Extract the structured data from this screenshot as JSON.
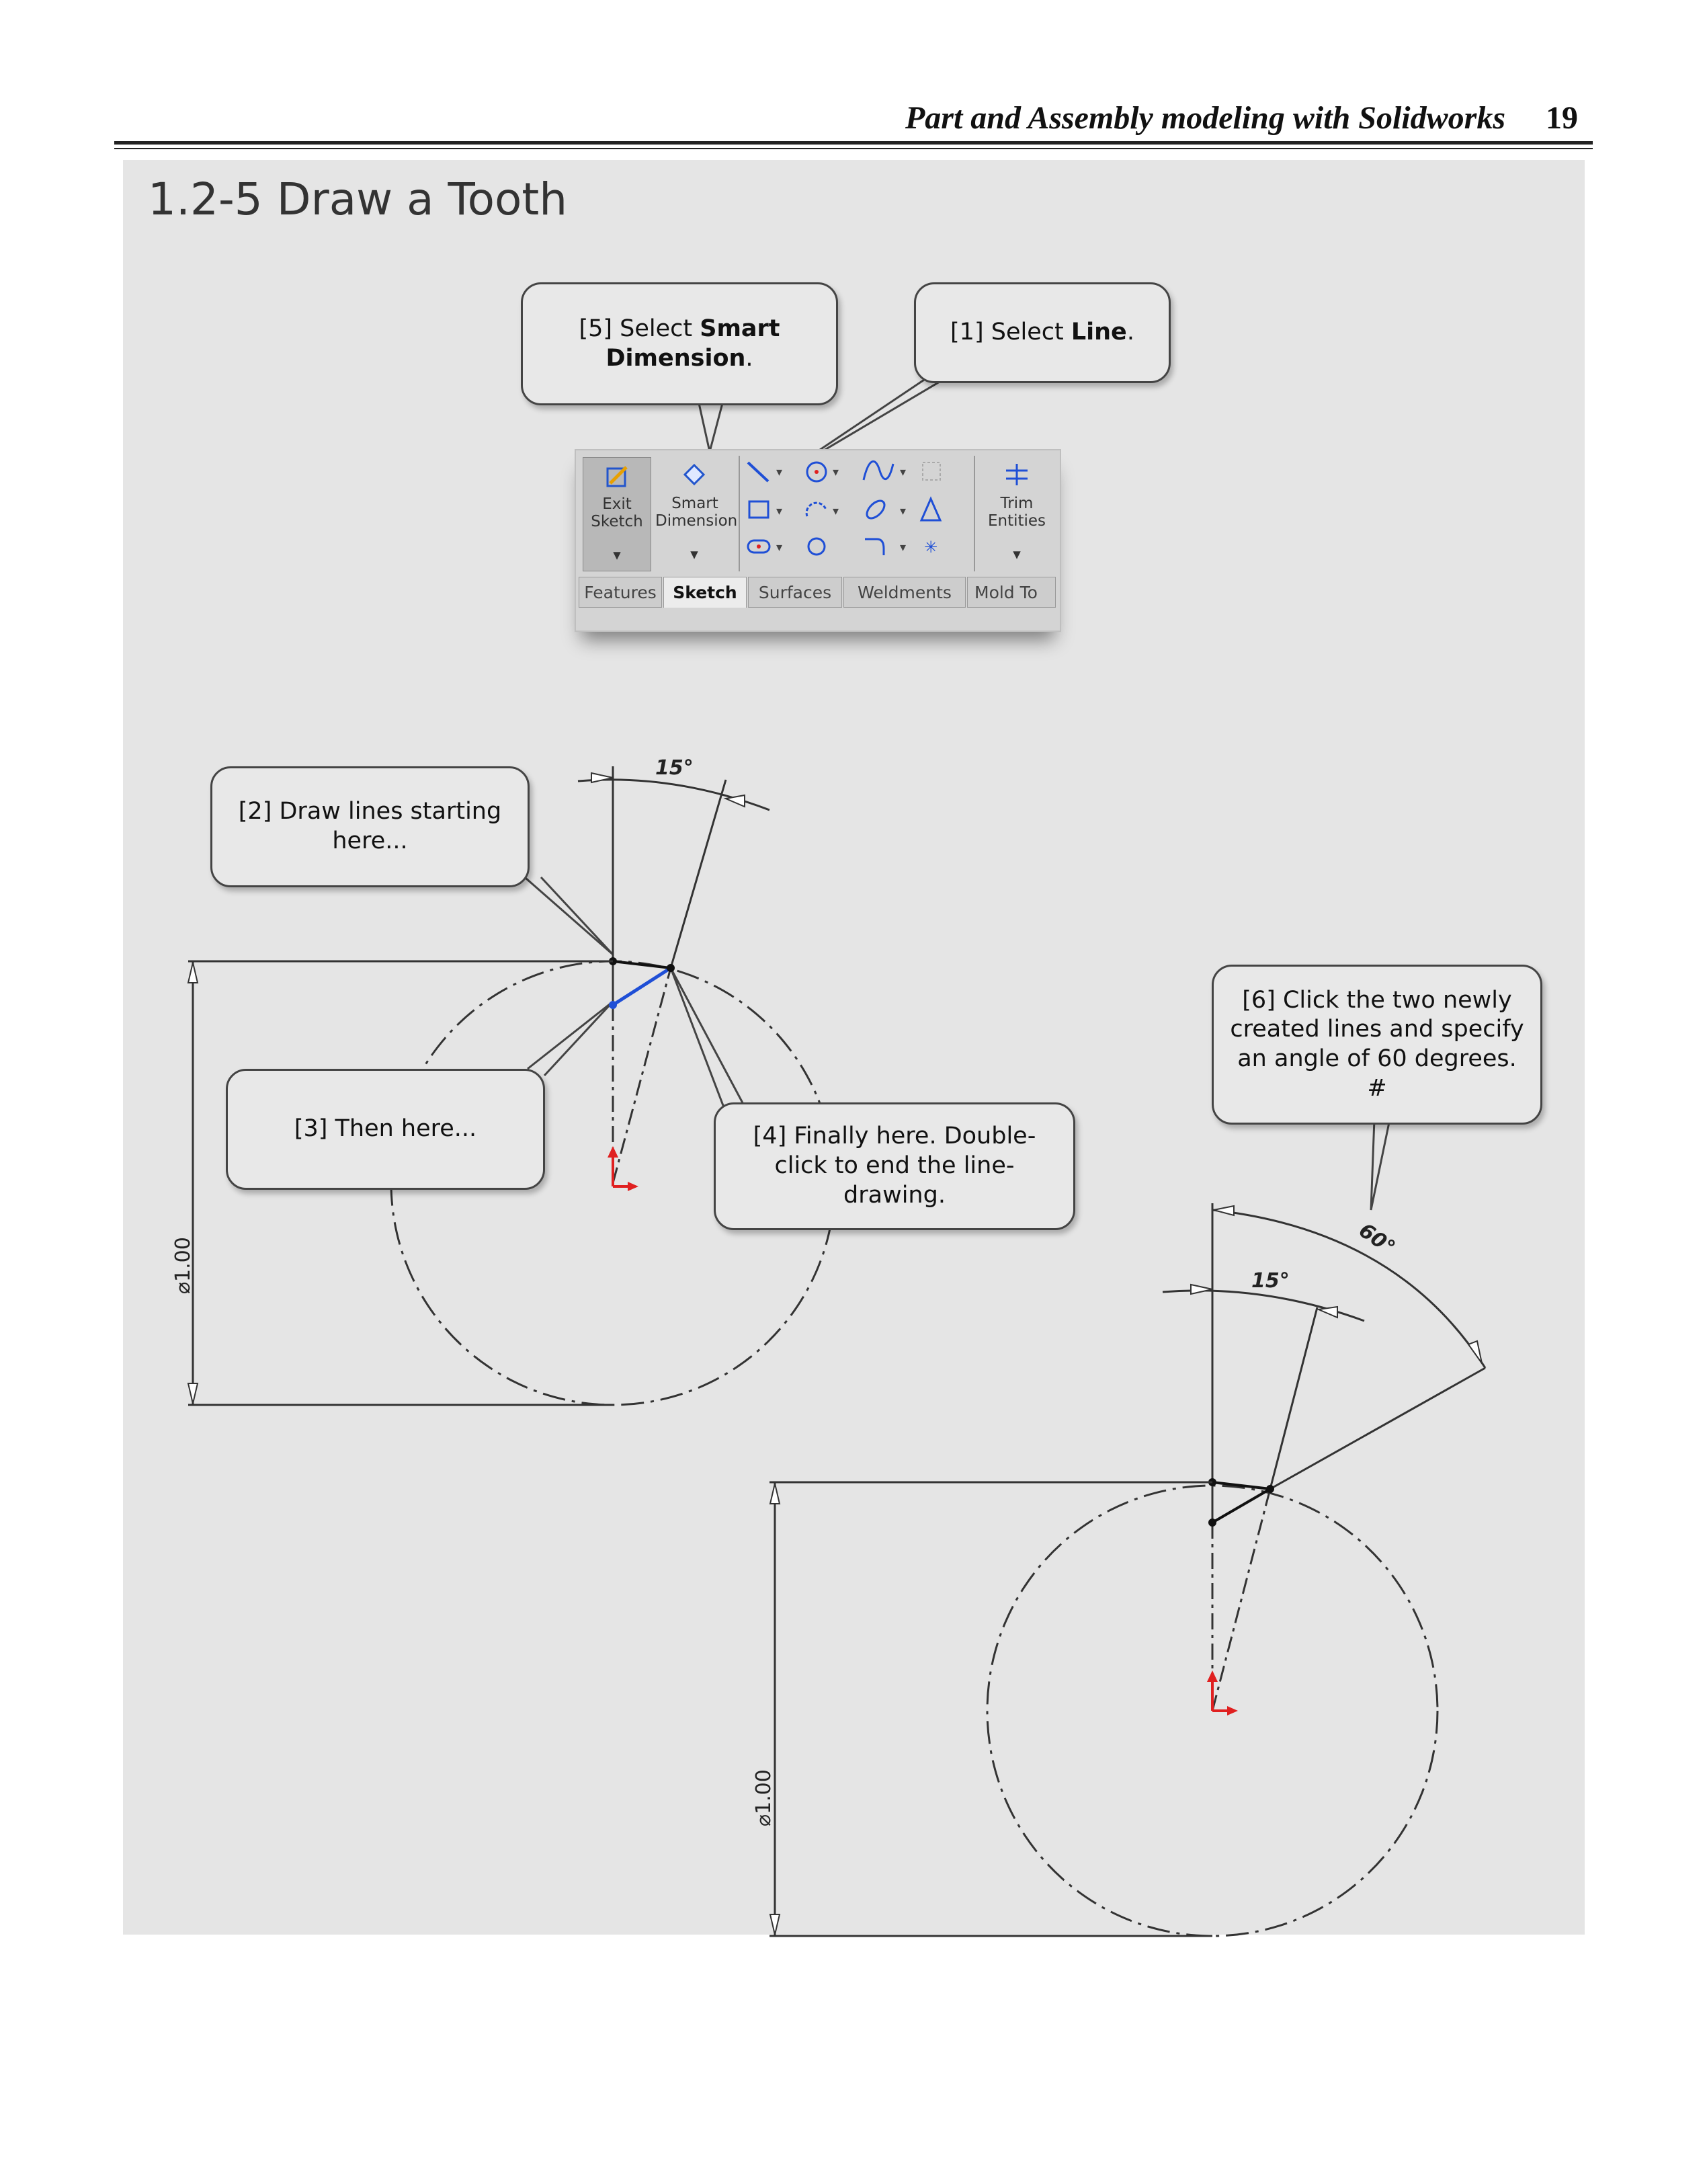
{
  "header": {
    "title": "Part and Assembly modeling with Solidworks",
    "page_number": "19"
  },
  "section": {
    "title": "1.2-5  Draw a Tooth"
  },
  "callouts": {
    "c5": {
      "prefix": "[5] Select ",
      "bold": "Smart Dimension",
      "suffix": "."
    },
    "c1": {
      "prefix": "[1] Select ",
      "bold": "Line",
      "suffix": "."
    },
    "c2": {
      "text": "[2] Draw lines starting here..."
    },
    "c3": {
      "text": "[3] Then here..."
    },
    "c4": {
      "text": "[4] Finally here.  Double-click to end the line-drawing."
    },
    "c6": {
      "text": "[6] Click the two newly created lines and specify an angle of 60 degrees. #"
    }
  },
  "toolbar": {
    "exit_sketch": "Exit Sketch",
    "smart_dimension": "Smart Dimension",
    "trim_entities": "Trim Entities",
    "tabs": [
      "Features",
      "Sketch",
      "Surfaces",
      "Weldments",
      "Mold To"
    ],
    "active_tab": "Sketch"
  },
  "figure1": {
    "angle_label": "15°",
    "diameter_label": "⌀1.00"
  },
  "figure2": {
    "angle_small_label": "15°",
    "angle_large_label": "60°",
    "diameter_label": "⌀1.00"
  },
  "colors": {
    "panel": "#e5e5e5",
    "line_blue": "#1f4fd6",
    "origin_red": "#e02020"
  }
}
